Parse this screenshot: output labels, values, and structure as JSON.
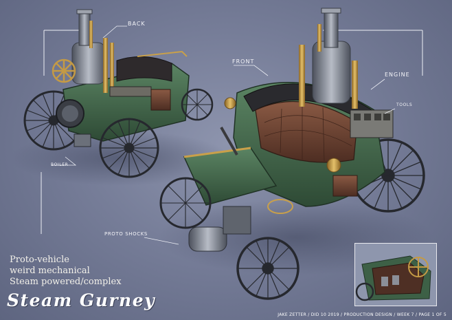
{
  "labels": {
    "back": "BACK",
    "front": "FRONT",
    "engine": "ENGINE",
    "tools": "TOOLS",
    "boiler": "BOILER",
    "proto_shocks": "PROTO SHOCKS"
  },
  "notes": [
    "Proto-vehicle",
    "weird mechanical",
    "Steam powered/complex"
  ],
  "title": "Steam Gurney",
  "footer": "JAKE ZETTER / DID 10 2019 / PRODUCTION  DESIGN / WEEK 7 / PAGE 1 OF 5",
  "colors": {
    "background": "#767d98",
    "body_green": "#3f6247",
    "brass": "#c9a04a",
    "leather": "#6b4232",
    "steel": "#7f8590",
    "wheel": "#2b2d33"
  },
  "icons": [
    "steam-gurney-back-view-illustration",
    "steam-gurney-front-view-illustration",
    "seat-detail-inset-illustration"
  ]
}
